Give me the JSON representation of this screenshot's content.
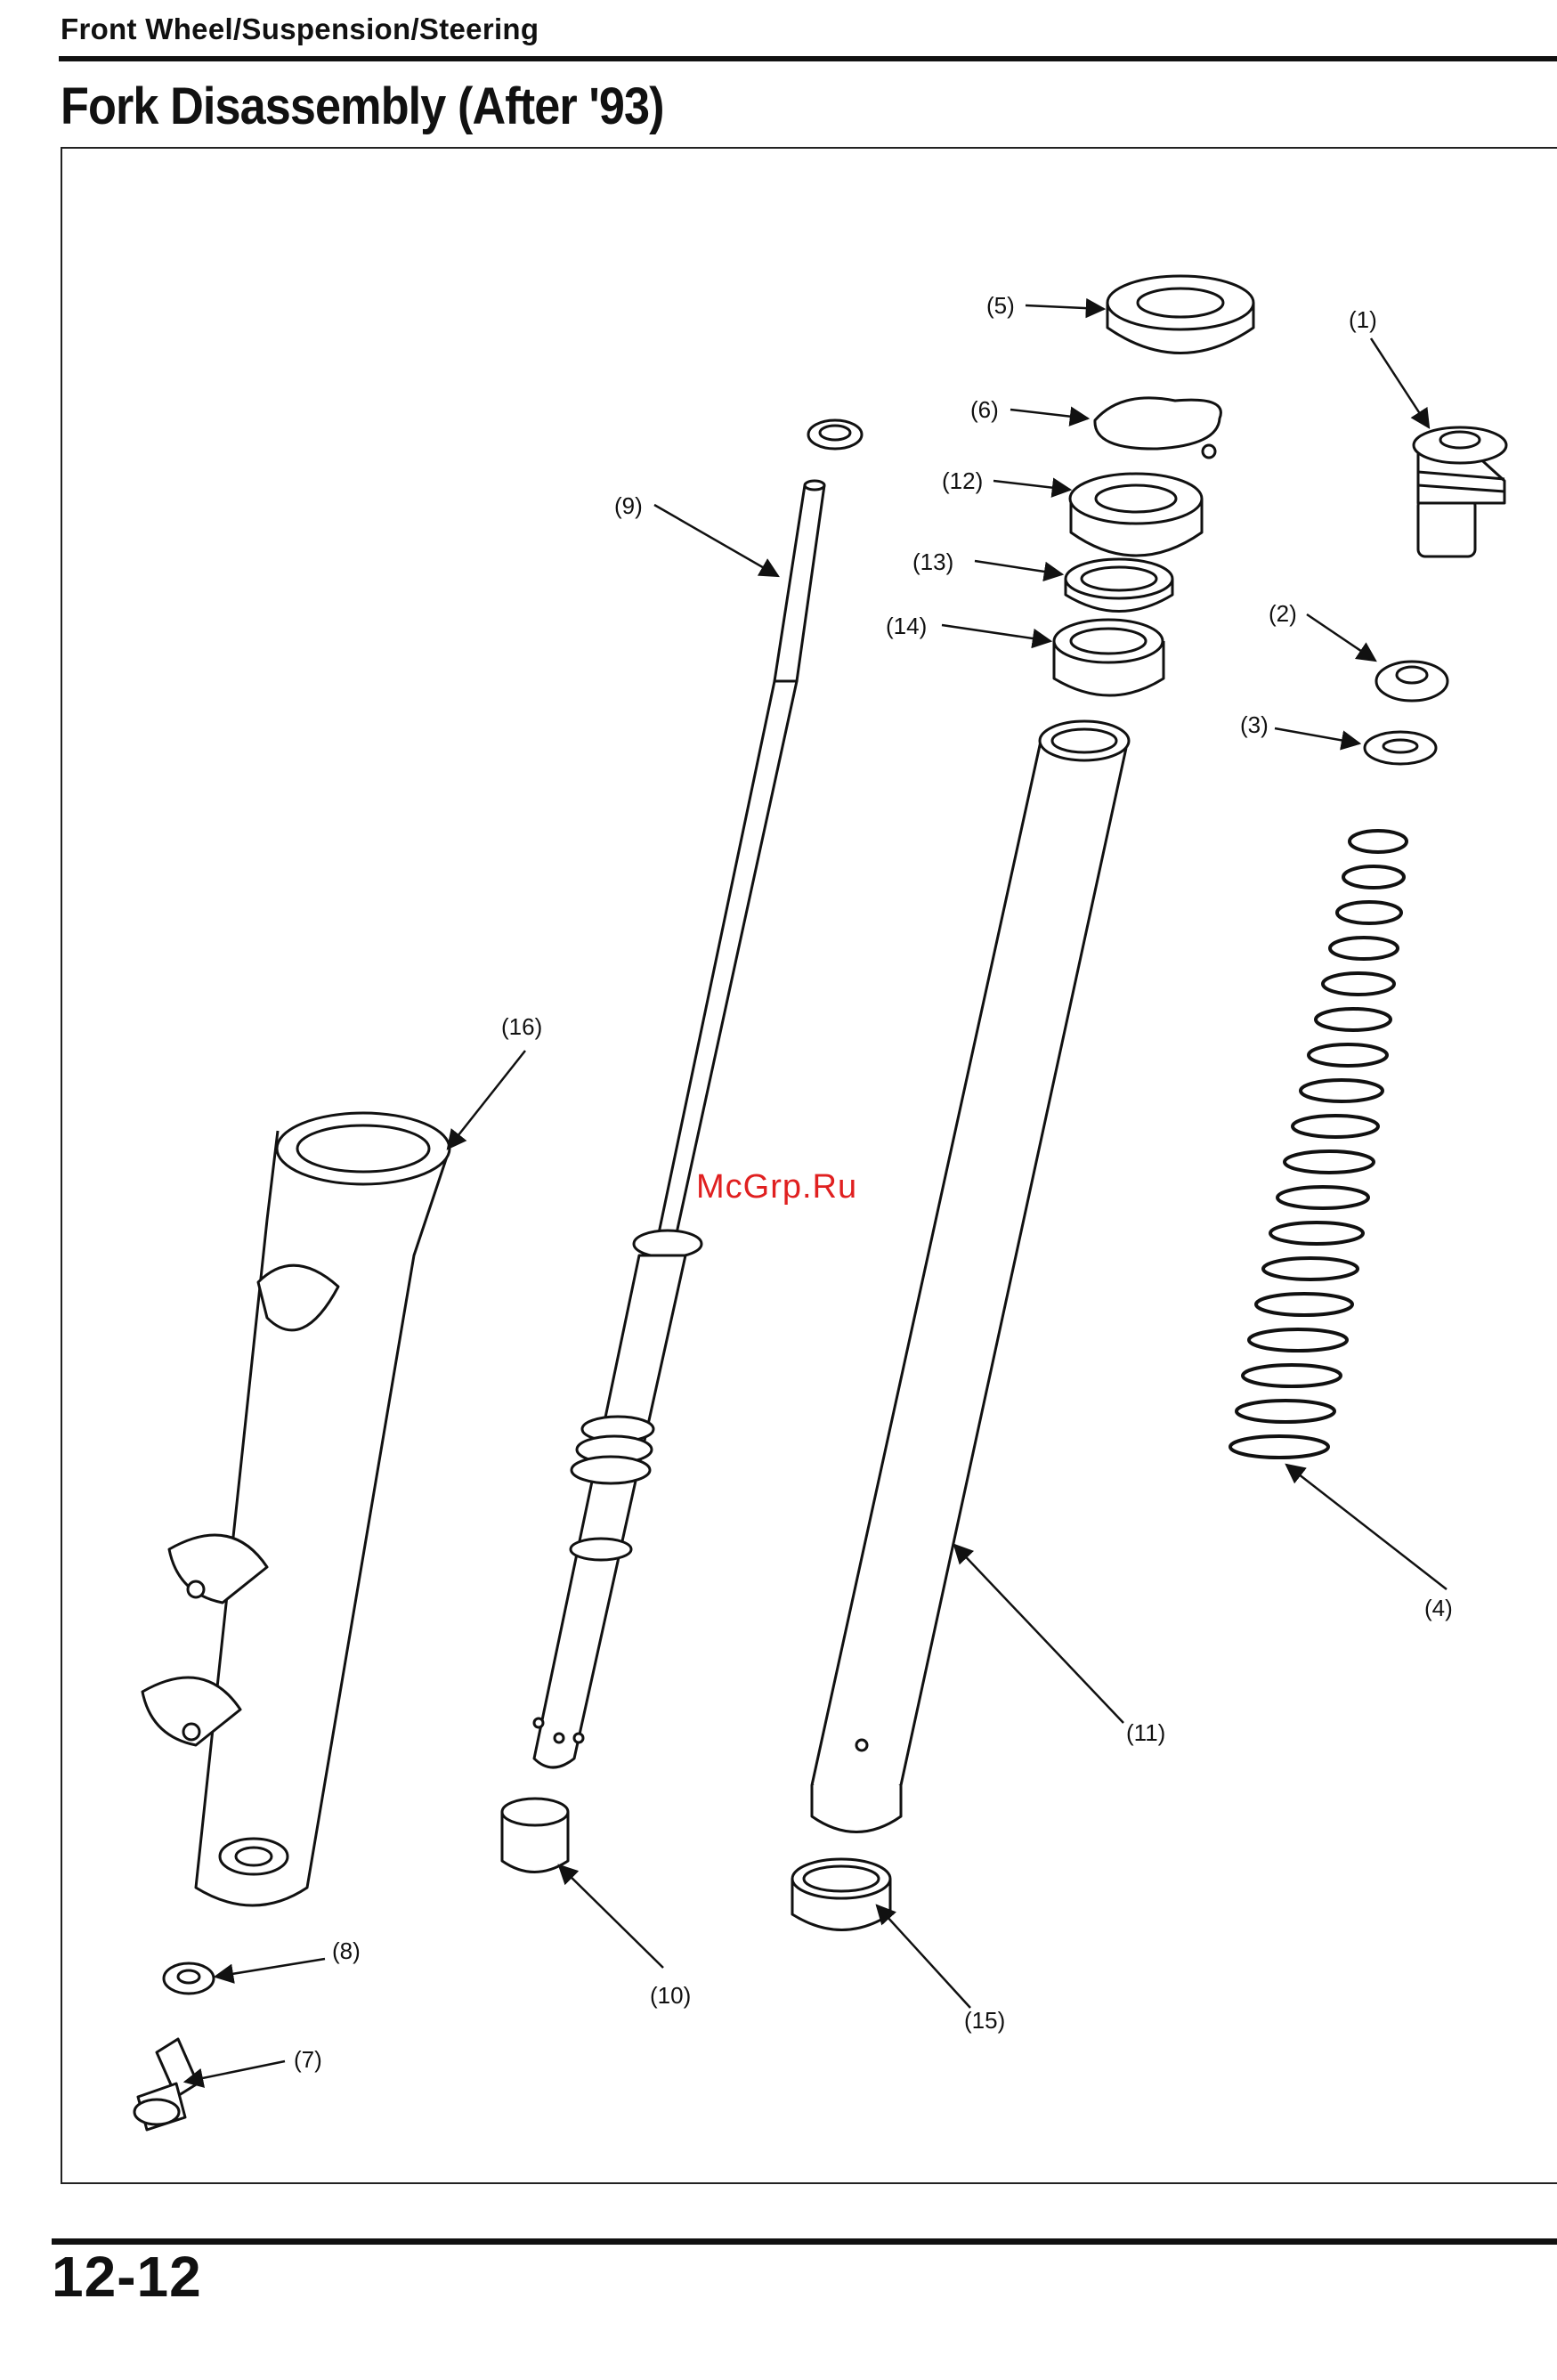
{
  "header": {
    "section_title": "Front Wheel/Suspension/Steering",
    "page_title": "Fork Disassembly (After '93)"
  },
  "watermark": "McGrp.Ru",
  "footer": {
    "page_number": "12-12"
  },
  "callouts": [
    {
      "id": "c1",
      "label": "(1)"
    },
    {
      "id": "c2",
      "label": "(2)"
    },
    {
      "id": "c3",
      "label": "(3)"
    },
    {
      "id": "c4",
      "label": "(4)"
    },
    {
      "id": "c5",
      "label": "(5)"
    },
    {
      "id": "c6",
      "label": "(6)"
    },
    {
      "id": "c7",
      "label": "(7)"
    },
    {
      "id": "c8",
      "label": "(8)"
    },
    {
      "id": "c9",
      "label": "(9)"
    },
    {
      "id": "c10",
      "label": "(10)"
    },
    {
      "id": "c11",
      "label": "(11)"
    },
    {
      "id": "c12",
      "label": "(12)"
    },
    {
      "id": "c13",
      "label": "(13)"
    },
    {
      "id": "c14",
      "label": "(14)"
    },
    {
      "id": "c15",
      "label": "(15)"
    },
    {
      "id": "c16",
      "label": "(16)"
    }
  ]
}
